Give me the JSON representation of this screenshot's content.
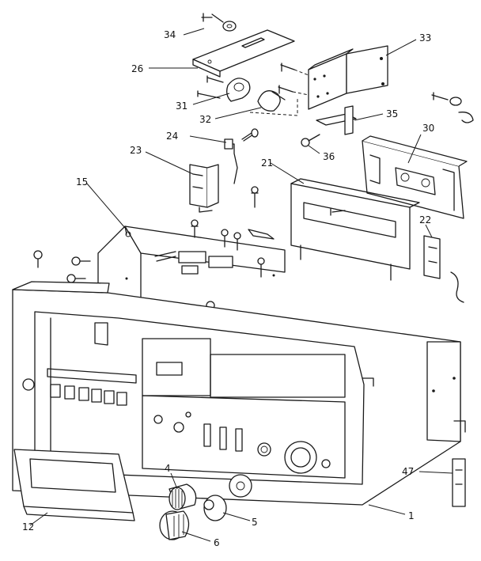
{
  "diagram": {
    "callouts": [
      {
        "id": "c34",
        "text": "34"
      },
      {
        "id": "c33",
        "text": "33"
      },
      {
        "id": "c26",
        "text": "26"
      },
      {
        "id": "c31",
        "text": "31"
      },
      {
        "id": "c32",
        "text": "32"
      },
      {
        "id": "c35",
        "text": "35"
      },
      {
        "id": "c36",
        "text": "36"
      },
      {
        "id": "c30",
        "text": "30"
      },
      {
        "id": "c24",
        "text": "24"
      },
      {
        "id": "c23",
        "text": "23"
      },
      {
        "id": "c21",
        "text": "21"
      },
      {
        "id": "c15",
        "text": "15"
      },
      {
        "id": "c22",
        "text": "22"
      },
      {
        "id": "c4",
        "text": "4"
      },
      {
        "id": "c5",
        "text": "5"
      },
      {
        "id": "c6",
        "text": "6"
      },
      {
        "id": "c47",
        "text": "47"
      },
      {
        "id": "c1",
        "text": "1"
      },
      {
        "id": "c12",
        "text": "12"
      }
    ]
  }
}
